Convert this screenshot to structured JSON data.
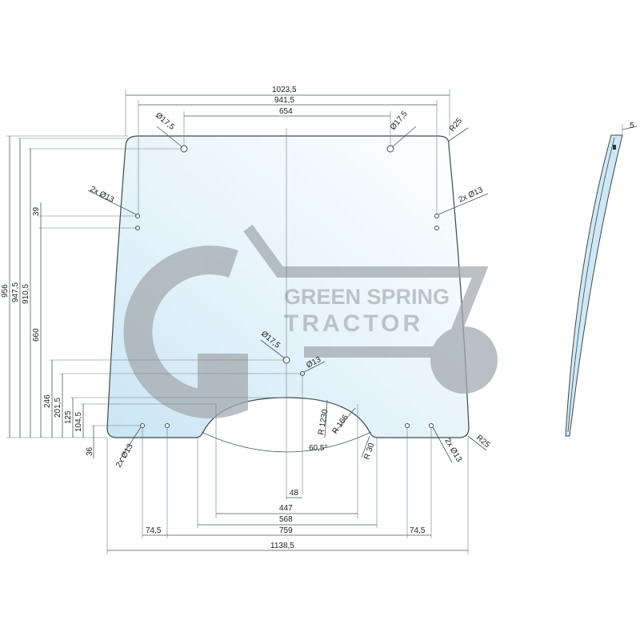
{
  "logo": {
    "line1": "GREEN SPRING",
    "line2": "TRACTOR"
  },
  "dimensions": {
    "overall_top_width": "1023,5",
    "top_hole_outer_span": "941,5",
    "top_hole_inner_span": "654",
    "top_hole_diameter_left": "Ø17,5",
    "top_hole_diameter_right": "Ø17,5",
    "corner_radius_top": "R25",
    "side_holes_left": "2x Ø13",
    "side_holes_right": "2x Ø13",
    "overall_height": "956",
    "height_2": "947,5",
    "height_3": "910,5",
    "hole_spacing": "39",
    "height_4": "660",
    "height_5": "246",
    "height_6": "201,5",
    "height_7": "125",
    "height_8": "104,5",
    "height_9": "36",
    "center_hole": "Ø17,5",
    "center_small_hole": "Ø13",
    "notch_radius_large": "R 1230",
    "notch_radius_mid": "R 166",
    "notch_angle": "60,5°",
    "notch_radius_small": "R 30",
    "bottom_holes_left": "2x Ø13",
    "bottom_holes_right": "2x Ø13",
    "corner_radius_bottom": "R25",
    "offset_48": "48",
    "notch_width_447": "447",
    "notch_width_568": "568",
    "hole_span_759": "759",
    "hole_spacing_left": "74,5",
    "hole_spacing_right": "74,5",
    "overall_bottom_width": "1138,5",
    "thickness": "5"
  },
  "colors": {
    "glass_light": "#ffffff",
    "glass_tint": "#cfe8f5",
    "outline": "#3d4a4a",
    "logo": "#9aa2a6"
  }
}
